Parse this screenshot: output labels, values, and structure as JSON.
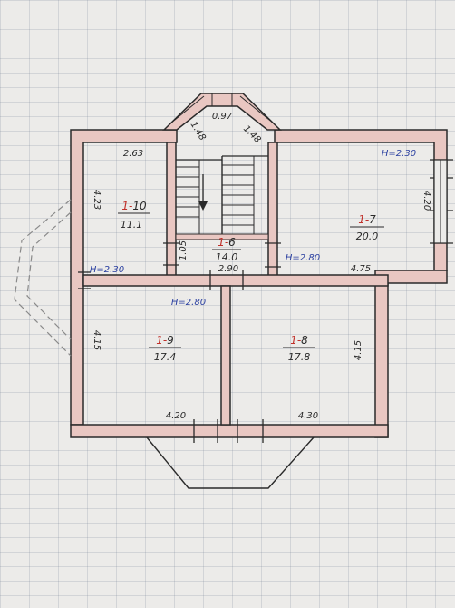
{
  "colors": {
    "wall_fill": "#e9c7c2",
    "ink": "#2a2a2a",
    "blue_ink": "#2a3fa0",
    "red_ink": "#c0302a",
    "paper": "#ecebe9"
  },
  "rooms": [
    {
      "prefix": "1-",
      "number": "10",
      "area": "11.1"
    },
    {
      "prefix": "1-",
      "number": "6",
      "area": "14.0"
    },
    {
      "prefix": "1-",
      "number": "7",
      "area": "20.0"
    },
    {
      "prefix": "1-",
      "number": "9",
      "area": "17.4"
    },
    {
      "prefix": "1-",
      "number": "8",
      "area": "17.8"
    }
  ],
  "dimensions": {
    "bay_top": "0.97",
    "bay_left": "1.48",
    "bay_right": "1.48",
    "room10_width": "2.63",
    "room10_height": "4.23",
    "stair_small": "1.05",
    "hall_width": "2.90",
    "room7_height": "4.20",
    "room7_width": "4.75",
    "room9_height": "4.15",
    "room9_width": "4.20",
    "room8_height": "4.15",
    "room8_width": "4.30"
  },
  "heights": {
    "room7": "H=2.30",
    "room10": "H=2.30",
    "hall": "H=2.80",
    "room9": "H=2.80"
  }
}
